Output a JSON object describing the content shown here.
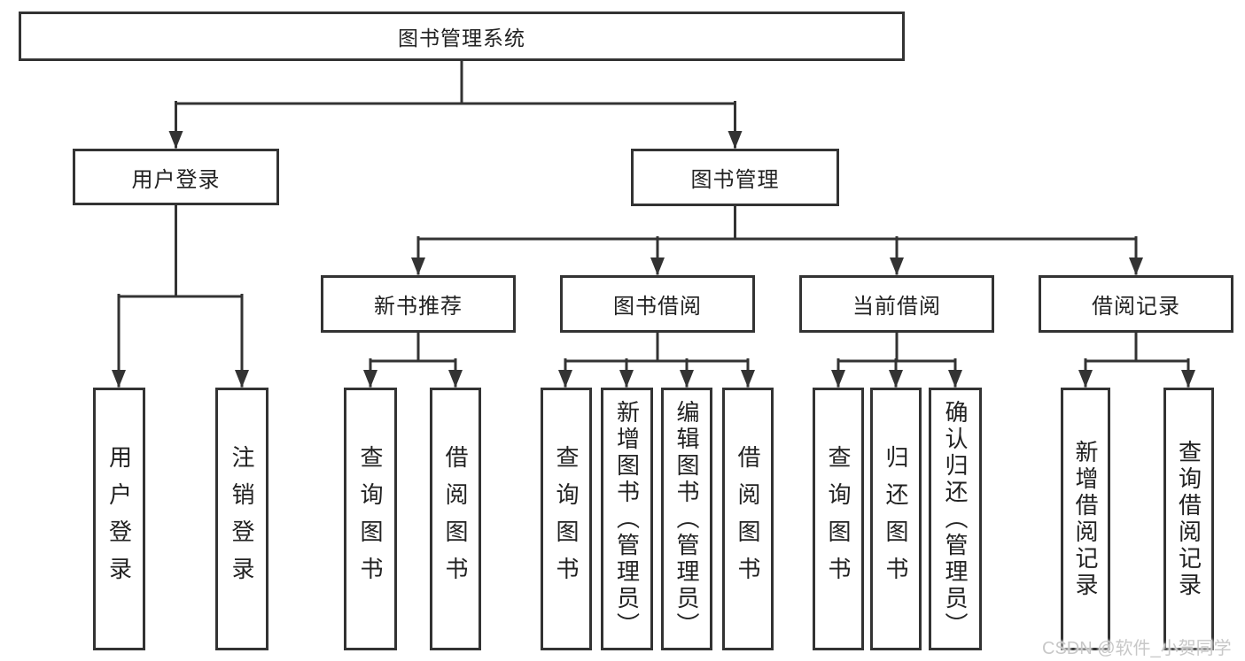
{
  "diagram": {
    "root": {
      "label": "图书管理系统"
    },
    "branches": [
      {
        "label": "用户登录",
        "children": [
          {
            "label": "用户登录"
          },
          {
            "label": "注销登录"
          }
        ]
      },
      {
        "label": "图书管理",
        "children": [
          {
            "label": "新书推荐",
            "children": [
              {
                "label": "查询图书"
              },
              {
                "label": "借阅图书"
              }
            ]
          },
          {
            "label": "图书借阅",
            "children": [
              {
                "label": "查询图书"
              },
              {
                "label": "新增图书（管理员）"
              },
              {
                "label": "编辑图书（管理员）"
              },
              {
                "label": "借阅图书"
              }
            ]
          },
          {
            "label": "当前借阅",
            "children": [
              {
                "label": "查询图书"
              },
              {
                "label": "归还图书"
              },
              {
                "label": "确认归还（管理员）"
              }
            ]
          },
          {
            "label": "借阅记录",
            "children": [
              {
                "label": "新增借阅记录"
              },
              {
                "label": "查询借阅记录"
              }
            ]
          }
        ]
      }
    ]
  },
  "colors": {
    "line": "#333333",
    "text": "#222222",
    "background": "#ffffff",
    "watermark": "#c8c8c8"
  },
  "watermark": {
    "text": "CSDN @软件_小贺同学"
  }
}
